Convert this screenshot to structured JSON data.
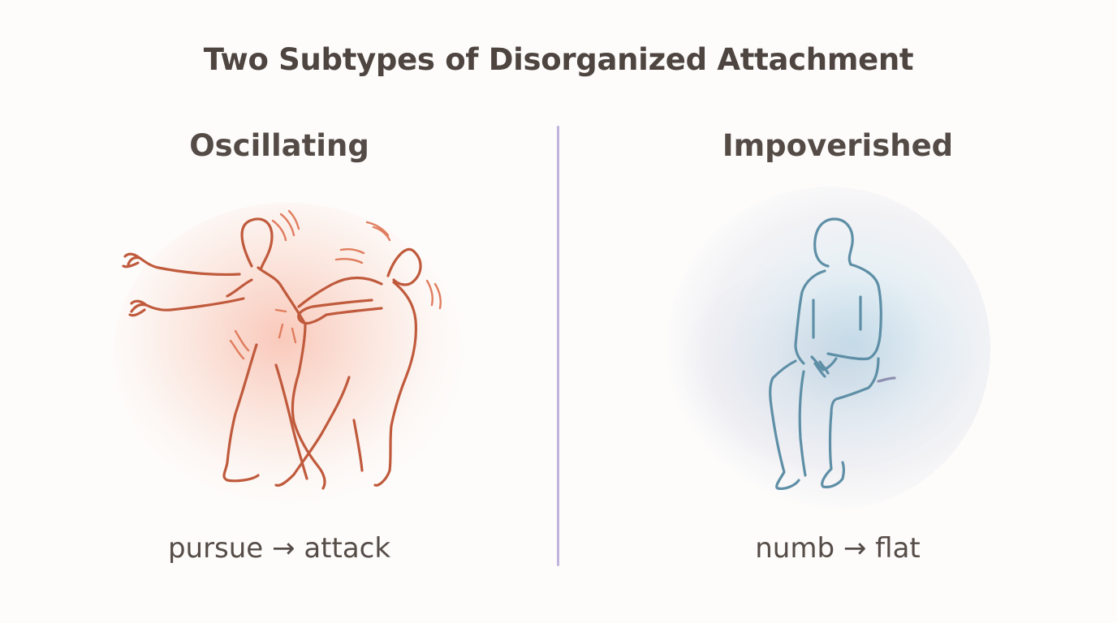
{
  "title": "Two Subtypes of Disorganized Attachment",
  "panels": [
    {
      "heading": "Oscillating",
      "caption": "pursue → attack",
      "illustration": "two-figures-pursue-attack-icon",
      "accent_color": "#c05a3c",
      "glow_color": "#f6a087"
    },
    {
      "heading": "Impoverished",
      "caption": "numb → flat",
      "illustration": "seated-figure-numb-icon",
      "accent_color": "#5e8fa6",
      "glow_color": "#a0d2e6"
    }
  ],
  "divider_color": "#c0b4df",
  "text_color": "#4e4540"
}
